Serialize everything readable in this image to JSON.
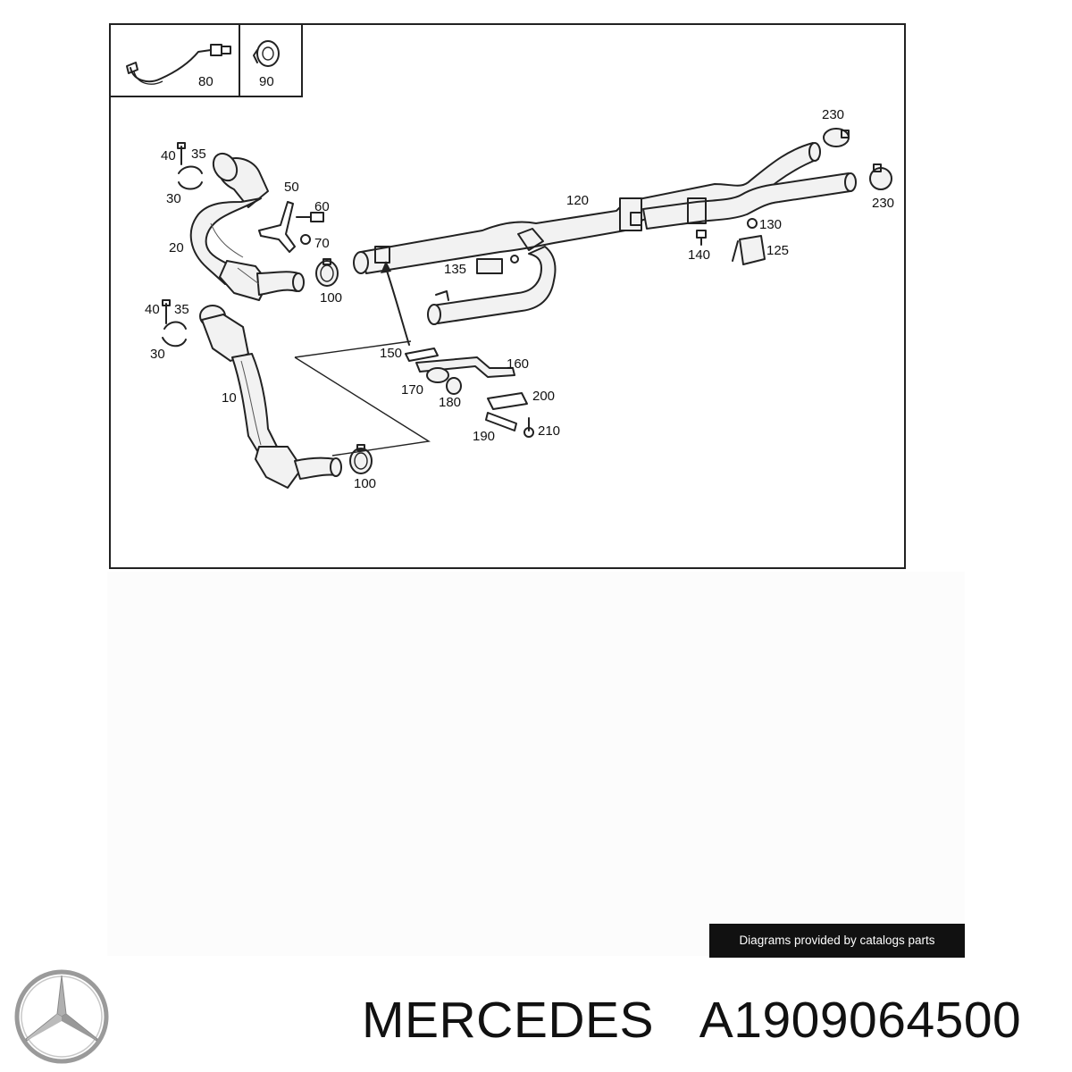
{
  "diagram": {
    "inset_labels": [
      "80",
      "90"
    ],
    "callouts": {
      "c230a": "230",
      "c230b": "230",
      "c120": "120",
      "c130": "130",
      "c125": "125",
      "c140": "140",
      "c135": "135",
      "c40a": "40",
      "c35a": "35",
      "c30a": "30",
      "c50": "50",
      "c60": "60",
      "c20": "20",
      "c70": "70",
      "c100a": "100",
      "c40b": "40",
      "c35b": "35",
      "c30b": "30",
      "c10": "10",
      "c100b": "100",
      "c150": "150",
      "c160": "160",
      "c170": "170",
      "c180": "180",
      "c200": "200",
      "c190": "190",
      "c210": "210"
    }
  },
  "credit": "Diagrams provided by catalogs parts",
  "brand": "MERCEDES",
  "part_number": "A1909064500",
  "logo_icon": "mercedes-star-icon",
  "colors": {
    "line": "#222222",
    "credit_bg": "#111111",
    "credit_text": "#ffffff",
    "logo": "#9a9a9a"
  }
}
